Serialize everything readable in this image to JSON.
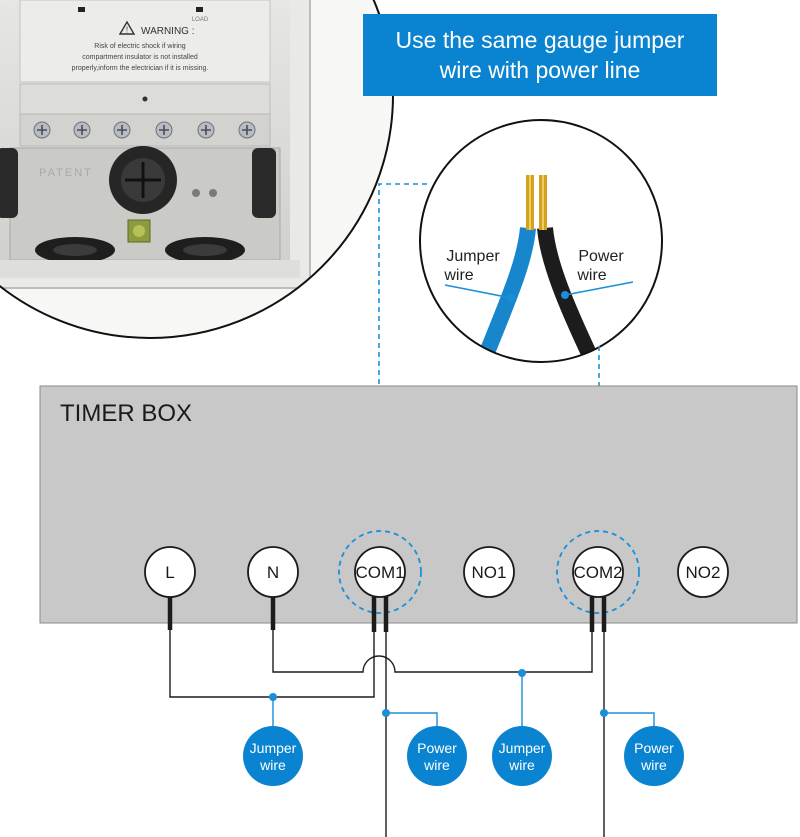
{
  "banner": {
    "line1": "Use the same gauge jumper",
    "line2": "wire with power line"
  },
  "photo": {
    "warning_title": "WARNING :",
    "warning_line1": "Risk of electric shock if wiring",
    "warning_line2": "compartment insulator is not installed",
    "warning_line3": "properly,inform the electrician if it is missing.",
    "load_label": "LOAD",
    "patent_label": "PATENT"
  },
  "zoom": {
    "jumper_line1": "Jumper",
    "jumper_line2": "wire",
    "power_line1": "Power",
    "power_line2": "wire"
  },
  "timer_box": {
    "title": "TIMER BOX",
    "terminals": [
      "L",
      "N",
      "COM1",
      "NO1",
      "COM2",
      "NO2"
    ]
  },
  "callouts": [
    {
      "line1": "Jumper",
      "line2": "wire"
    },
    {
      "line1": "Power",
      "line2": "wire"
    },
    {
      "line1": "Jumper",
      "line2": "wire"
    },
    {
      "line1": "Power",
      "line2": "wire"
    }
  ],
  "colors": {
    "accent_blue": "#0a84d0",
    "box_gray": "#c8c8c8",
    "wire_blue": "#1a8fd8",
    "wire_black": "#1c1c1c",
    "copper": "#d4a020"
  }
}
